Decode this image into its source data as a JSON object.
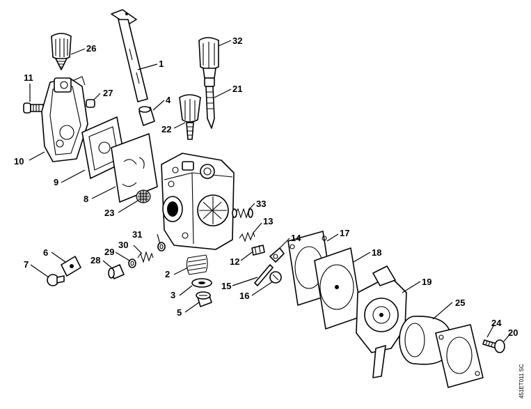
{
  "callouts": {
    "c1": "1",
    "c2": "2",
    "c3": "3",
    "c4": "4",
    "c5": "5",
    "c6": "6",
    "c7": "7",
    "c8": "8",
    "c9": "9",
    "c10": "10",
    "c11": "11",
    "c12": "12",
    "c13": "13",
    "c14": "14",
    "c15": "15",
    "c16": "16",
    "c17": "17",
    "c18": "18",
    "c19": "19",
    "c20": "20",
    "c21": "21",
    "c22": "22",
    "c23": "23",
    "c24": "24",
    "c25": "25",
    "c26": "26",
    "c27": "27",
    "c28": "28",
    "c29": "29",
    "c30": "30",
    "c31": "31",
    "c32": "32",
    "c33": "33"
  },
  "drawing_code": "451ET011 SC"
}
